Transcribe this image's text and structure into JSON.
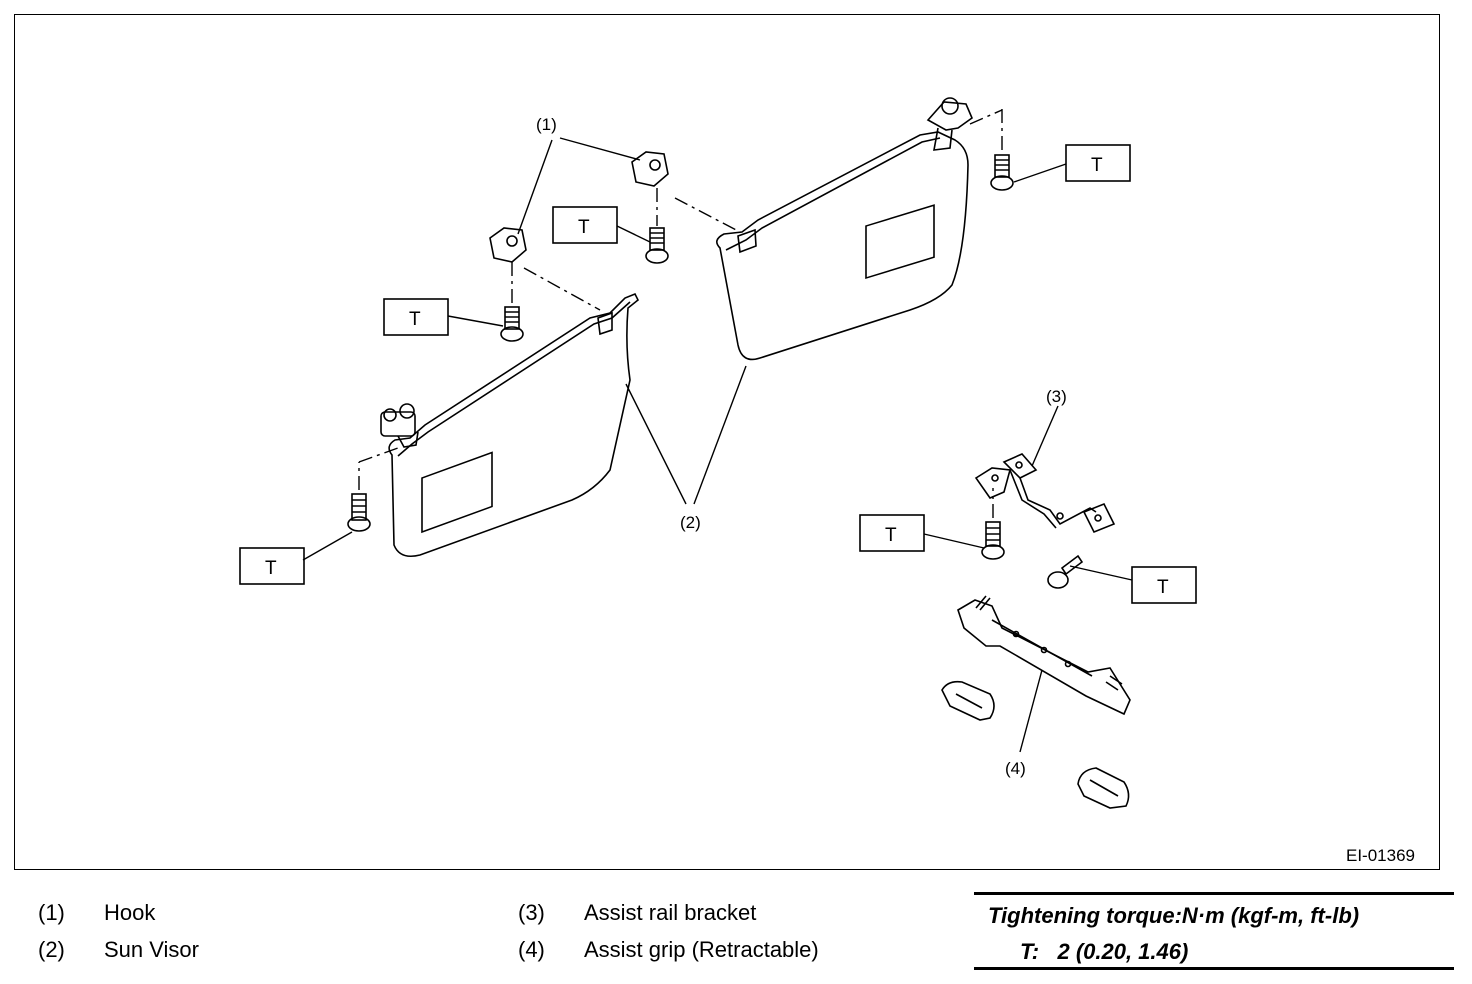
{
  "figure": {
    "id": "EI-01369",
    "callouts": {
      "c1": "(1)",
      "c2": "(2)",
      "c3": "(3)",
      "c4": "(4)"
    },
    "torque_mark": "T"
  },
  "legend": [
    {
      "num": "(1)",
      "name": "Hook"
    },
    {
      "num": "(2)",
      "name": "Sun Visor"
    },
    {
      "num": "(3)",
      "name": "Assist rail bracket"
    },
    {
      "num": "(4)",
      "name": "Assist grip (Retractable)"
    }
  ],
  "torque": {
    "title": "Tightening torque:N·m (kgf-m, ft-lb)",
    "spec": "T:   2 (0.20, 1.46)"
  }
}
